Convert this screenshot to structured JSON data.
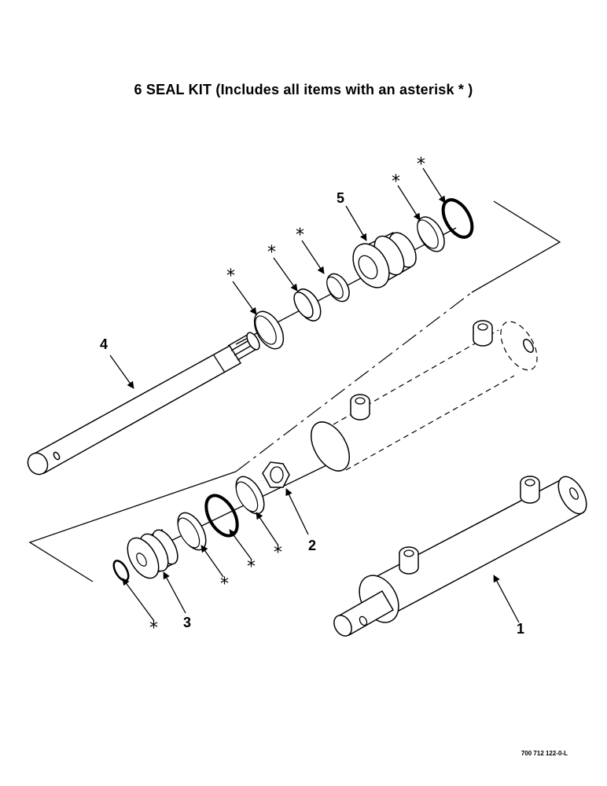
{
  "title": "6 SEAL KIT (Includes all items with an asterisk * )",
  "drawing_number": "700 712 122-0-L",
  "asterisk": "*",
  "callouts": {
    "cylinder": "1",
    "nut": "2",
    "piston": "3",
    "rod": "4",
    "gland": "5"
  }
}
